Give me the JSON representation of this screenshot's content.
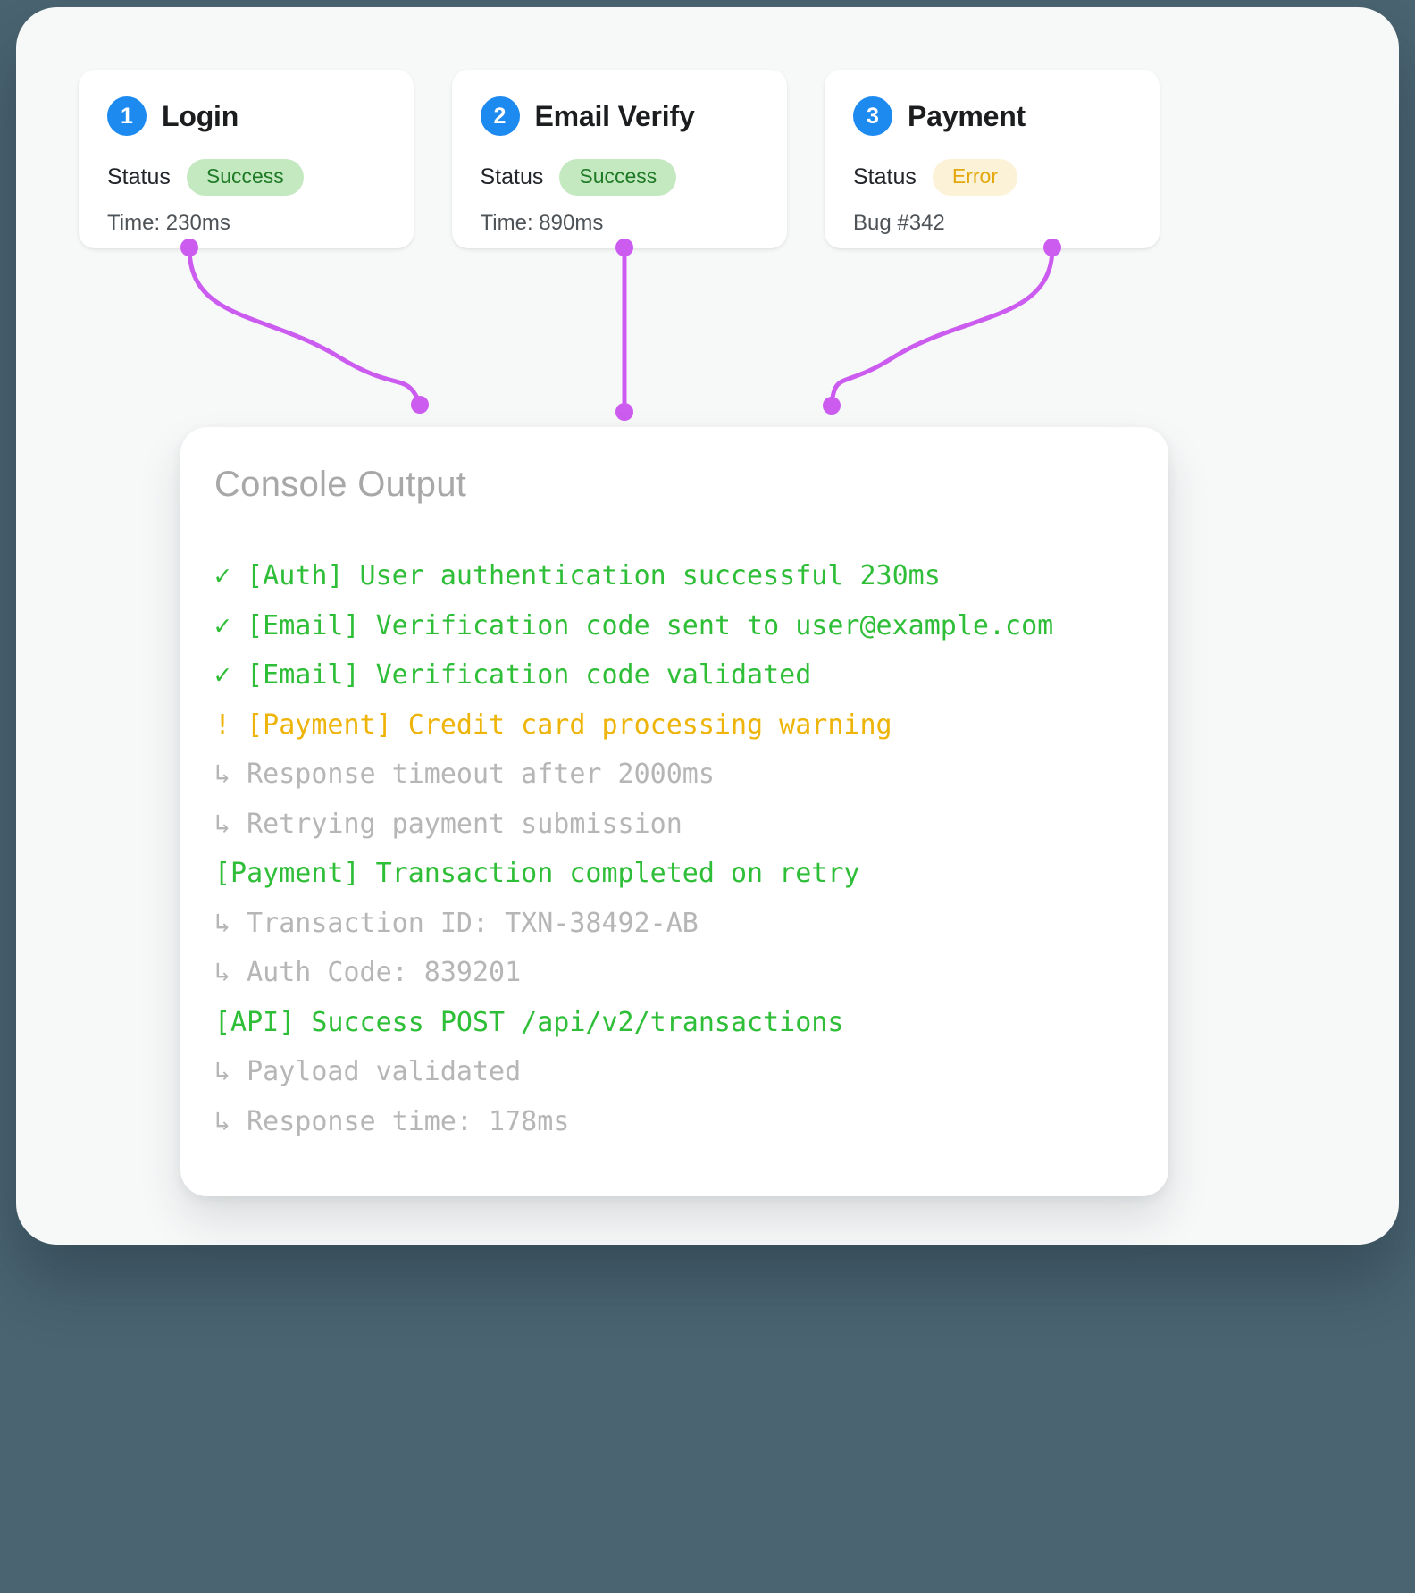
{
  "theme": {
    "backdrop": "#4a6471",
    "canvas": "#f7f8f8",
    "accent_blue": "#1d8af0",
    "connector": "#cc5cf0",
    "log_green": "#2fbe38",
    "log_warn": "#eeb40a",
    "log_dim": "#b6b6b6"
  },
  "cards": [
    {
      "number": "1",
      "title": "Login",
      "status_label": "Status",
      "status_value": "Success",
      "status_kind": "success",
      "meta": "Time: 230ms"
    },
    {
      "number": "2",
      "title": "Email Verify",
      "status_label": "Status",
      "status_value": "Success",
      "status_kind": "success",
      "meta": "Time: 890ms"
    },
    {
      "number": "3",
      "title": "Payment",
      "status_label": "Status",
      "status_value": "Error",
      "status_kind": "error",
      "meta": "Bug #342"
    }
  ],
  "console": {
    "title": "Console Output",
    "lines": [
      {
        "text": "✓ [Auth] User authentication successful 230ms",
        "kind": "green"
      },
      {
        "text": "✓ [Email] Verification code sent to user@example.com",
        "kind": "green"
      },
      {
        "text": "✓ [Email] Verification code validated",
        "kind": "green"
      },
      {
        "text": "! [Payment] Credit card processing warning",
        "kind": "warn"
      },
      {
        "text": "↳ Response timeout after 2000ms",
        "kind": "dim"
      },
      {
        "text": "↳ Retrying payment submission",
        "kind": "dim"
      },
      {
        "text": "[Payment] Transaction completed on retry",
        "kind": "green"
      },
      {
        "text": "↳ Transaction ID: TXN-38492-AB",
        "kind": "dim"
      },
      {
        "text": "↳ Auth Code: 839201",
        "kind": "dim"
      },
      {
        "text": "[API] Success POST /api/v2/transactions",
        "kind": "green"
      },
      {
        "text": "↳ Payload validated",
        "kind": "dim"
      },
      {
        "text": "↳ Response time: 178ms",
        "kind": "dim"
      }
    ]
  }
}
